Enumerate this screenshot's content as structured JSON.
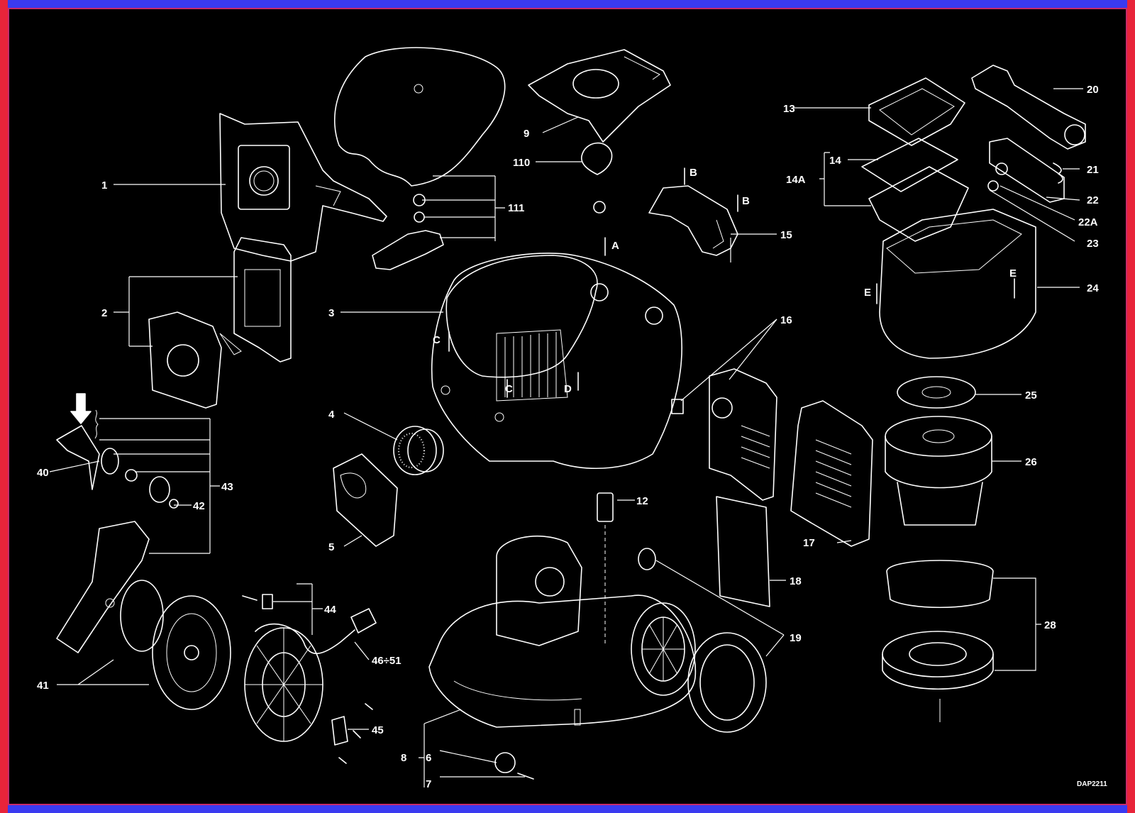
{
  "labels": {
    "l1": "1",
    "l2": "2",
    "l3": "3",
    "l4": "4",
    "l5": "5",
    "l6": "6",
    "l7": "7",
    "l8": "8",
    "l9": "9",
    "l10": "110",
    "l11": "111",
    "l12": "12",
    "l13": "13",
    "l14": "14",
    "l14a": "14A",
    "l15": "15",
    "l16": "16",
    "l17": "17",
    "l18": "18",
    "l19": "19",
    "l20": "20",
    "l21": "21",
    "l22": "22",
    "l22a": "22A",
    "l23": "23",
    "l24": "24",
    "l25": "25",
    "l26": "26",
    "l28": "28",
    "l40": "40",
    "l41": "41",
    "l42": "42",
    "l43": "43",
    "l44": "44",
    "l45": "45",
    "l46": "46÷51",
    "fa": "A",
    "fb1": "B",
    "fb2": "B",
    "fc1": "C",
    "fc2": "C",
    "fd": "D",
    "fe1": "E",
    "fe2": "E"
  },
  "drawing_code": "DAP2211",
  "colors": {
    "background": "#000000",
    "line": "#ffffff",
    "frame_top_bottom": "#3a3af0",
    "frame_sides": "#e8243a"
  }
}
